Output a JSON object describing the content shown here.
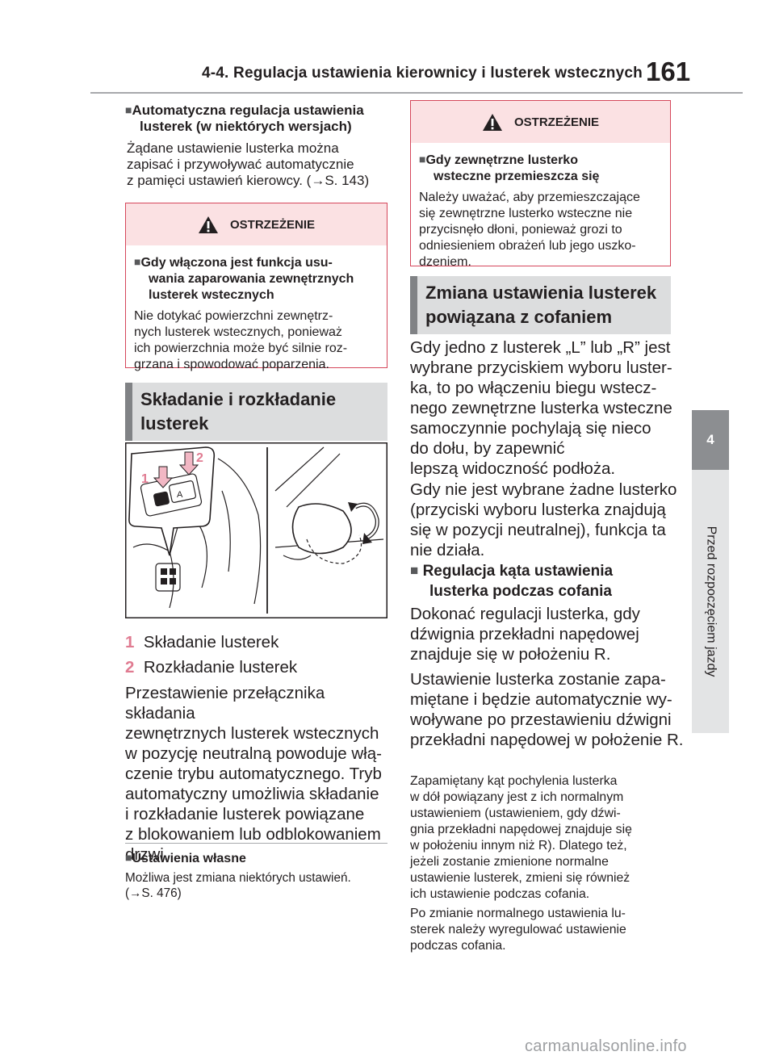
{
  "header": {
    "title": "4-4. Regulacja ustawienia kierownicy i lusterek wstecznych",
    "page_number": "161"
  },
  "side_tab": {
    "number": "4",
    "label": "Przed rozpoczęciem jazdy"
  },
  "left_col": {
    "auto": {
      "title_line1": "Automatyczna regulacja ustawienia",
      "title_line2": "lusterek (w niektórych wersjach)",
      "body_line1": "Żądane ustawienie lusterka można",
      "body_line2": "zapisać i przywoływać automatycznie",
      "body_line3": "z pamięci ustawień kierowcy. (→S. 143)"
    },
    "warning1": {
      "label": "OSTRZEŻENIE",
      "title_line1": "Gdy włączona jest funkcja usu-",
      "title_line2": "wania zaparowania zewnętrznych",
      "title_line3": "lusterek wstecznych",
      "body_line1": "Nie dotykać powierzchni zewnętrz-",
      "body_line2": "nych lusterek wstecznych, ponieważ",
      "body_line3": "ich powierzchnia może być silnie roz-",
      "body_line4": "grzana i spowodować poparzenia."
    },
    "section1": {
      "line1": "Składanie i rozkładanie",
      "line2": "lusterek"
    },
    "figure": {
      "callout1": "1",
      "callout2": "2"
    },
    "items": [
      {
        "num": "1",
        "text": "Składanie lusterek"
      },
      {
        "num": "2",
        "text": "Rozkładanie lusterek"
      }
    ],
    "para_lines": [
      "Przestawienie przełącznika składania",
      "zewnętrznych lusterek wstecznych",
      "w pozycję neutralną powoduje włą-",
      "czenie trybu automatycznego. Tryb",
      "automatyczny umożliwia składanie",
      "i rozkładanie lusterek powiązane",
      "z blokowaniem lub odblokowaniem",
      "drzwi."
    ],
    "custom": {
      "title": "Ustawienia własne",
      "body_line1": "Możliwa jest zmiana niektórych ustawień.",
      "body_line2": "(→S. 476)"
    }
  },
  "right_col": {
    "warning2": {
      "label": "OSTRZEŻENIE",
      "title_line1": "Gdy zewnętrzne lusterko",
      "title_line2": "wsteczne przemieszcza się",
      "body_line1": "Należy uważać, aby przemieszczające",
      "body_line2": "się zewnętrzne lusterko wsteczne nie",
      "body_line3": "przycisnęło dłoni, ponieważ grozi to",
      "body_line4": "odniesieniem obrażeń lub jego uszko-",
      "body_line5": "dzeniem."
    },
    "section2": {
      "line1": "Zmiana ustawienia lusterek",
      "line2": "powiązana z cofaniem"
    },
    "para1_lines": [
      "Gdy jedno z lusterek „L” lub „R” jest",
      "wybrane przyciskiem wyboru luster-",
      "ka, to po włączeniu biegu wstecz-",
      "nego zewnętrzne lusterka wsteczne",
      "samoczynnie pochylają się nieco",
      "do dołu, by zapewnić",
      "lepszą widoczność podłoża."
    ],
    "para2_lines": [
      "Gdy nie jest wybrane żadne lusterko",
      "(przyciski wyboru lusterka znajdują",
      "się w pozycji neutralnej), funkcja ta",
      "nie działa."
    ],
    "sub": {
      "line1": "Regulacja kąta ustawienia",
      "line2": "lusterka podczas cofania"
    },
    "para3_lines": [
      "Dokonać regulacji lusterka, gdy",
      "dźwignia przekładni napędowej",
      "znajduje się w położeniu R."
    ],
    "para4_lines": [
      "Ustawienie lusterka zostanie zapa-",
      "miętane i będzie automatycznie wy-",
      "woływane po przestawieniu dźwigni",
      "przekładni napędowej w położenie R."
    ],
    "note1_lines": [
      "Zapamiętany kąt pochylenia lusterka",
      "w dół powiązany jest z ich normalnym",
      "ustawieniem (ustawieniem, gdy dźwi-",
      "gnia przekładni napędowej znajduje się",
      "w położeniu innym niż R). Dlatego też,",
      "jeżeli zostanie zmienione normalne",
      "ustawienie lusterek, zmieni się również",
      "ich ustawienie podczas cofania."
    ],
    "note2_lines": [
      "Po zmianie normalnego ustawienia lu-",
      "sterek należy wyregulować ustawienie",
      "podczas cofania."
    ]
  },
  "watermark": "carmanualsonline.info"
}
